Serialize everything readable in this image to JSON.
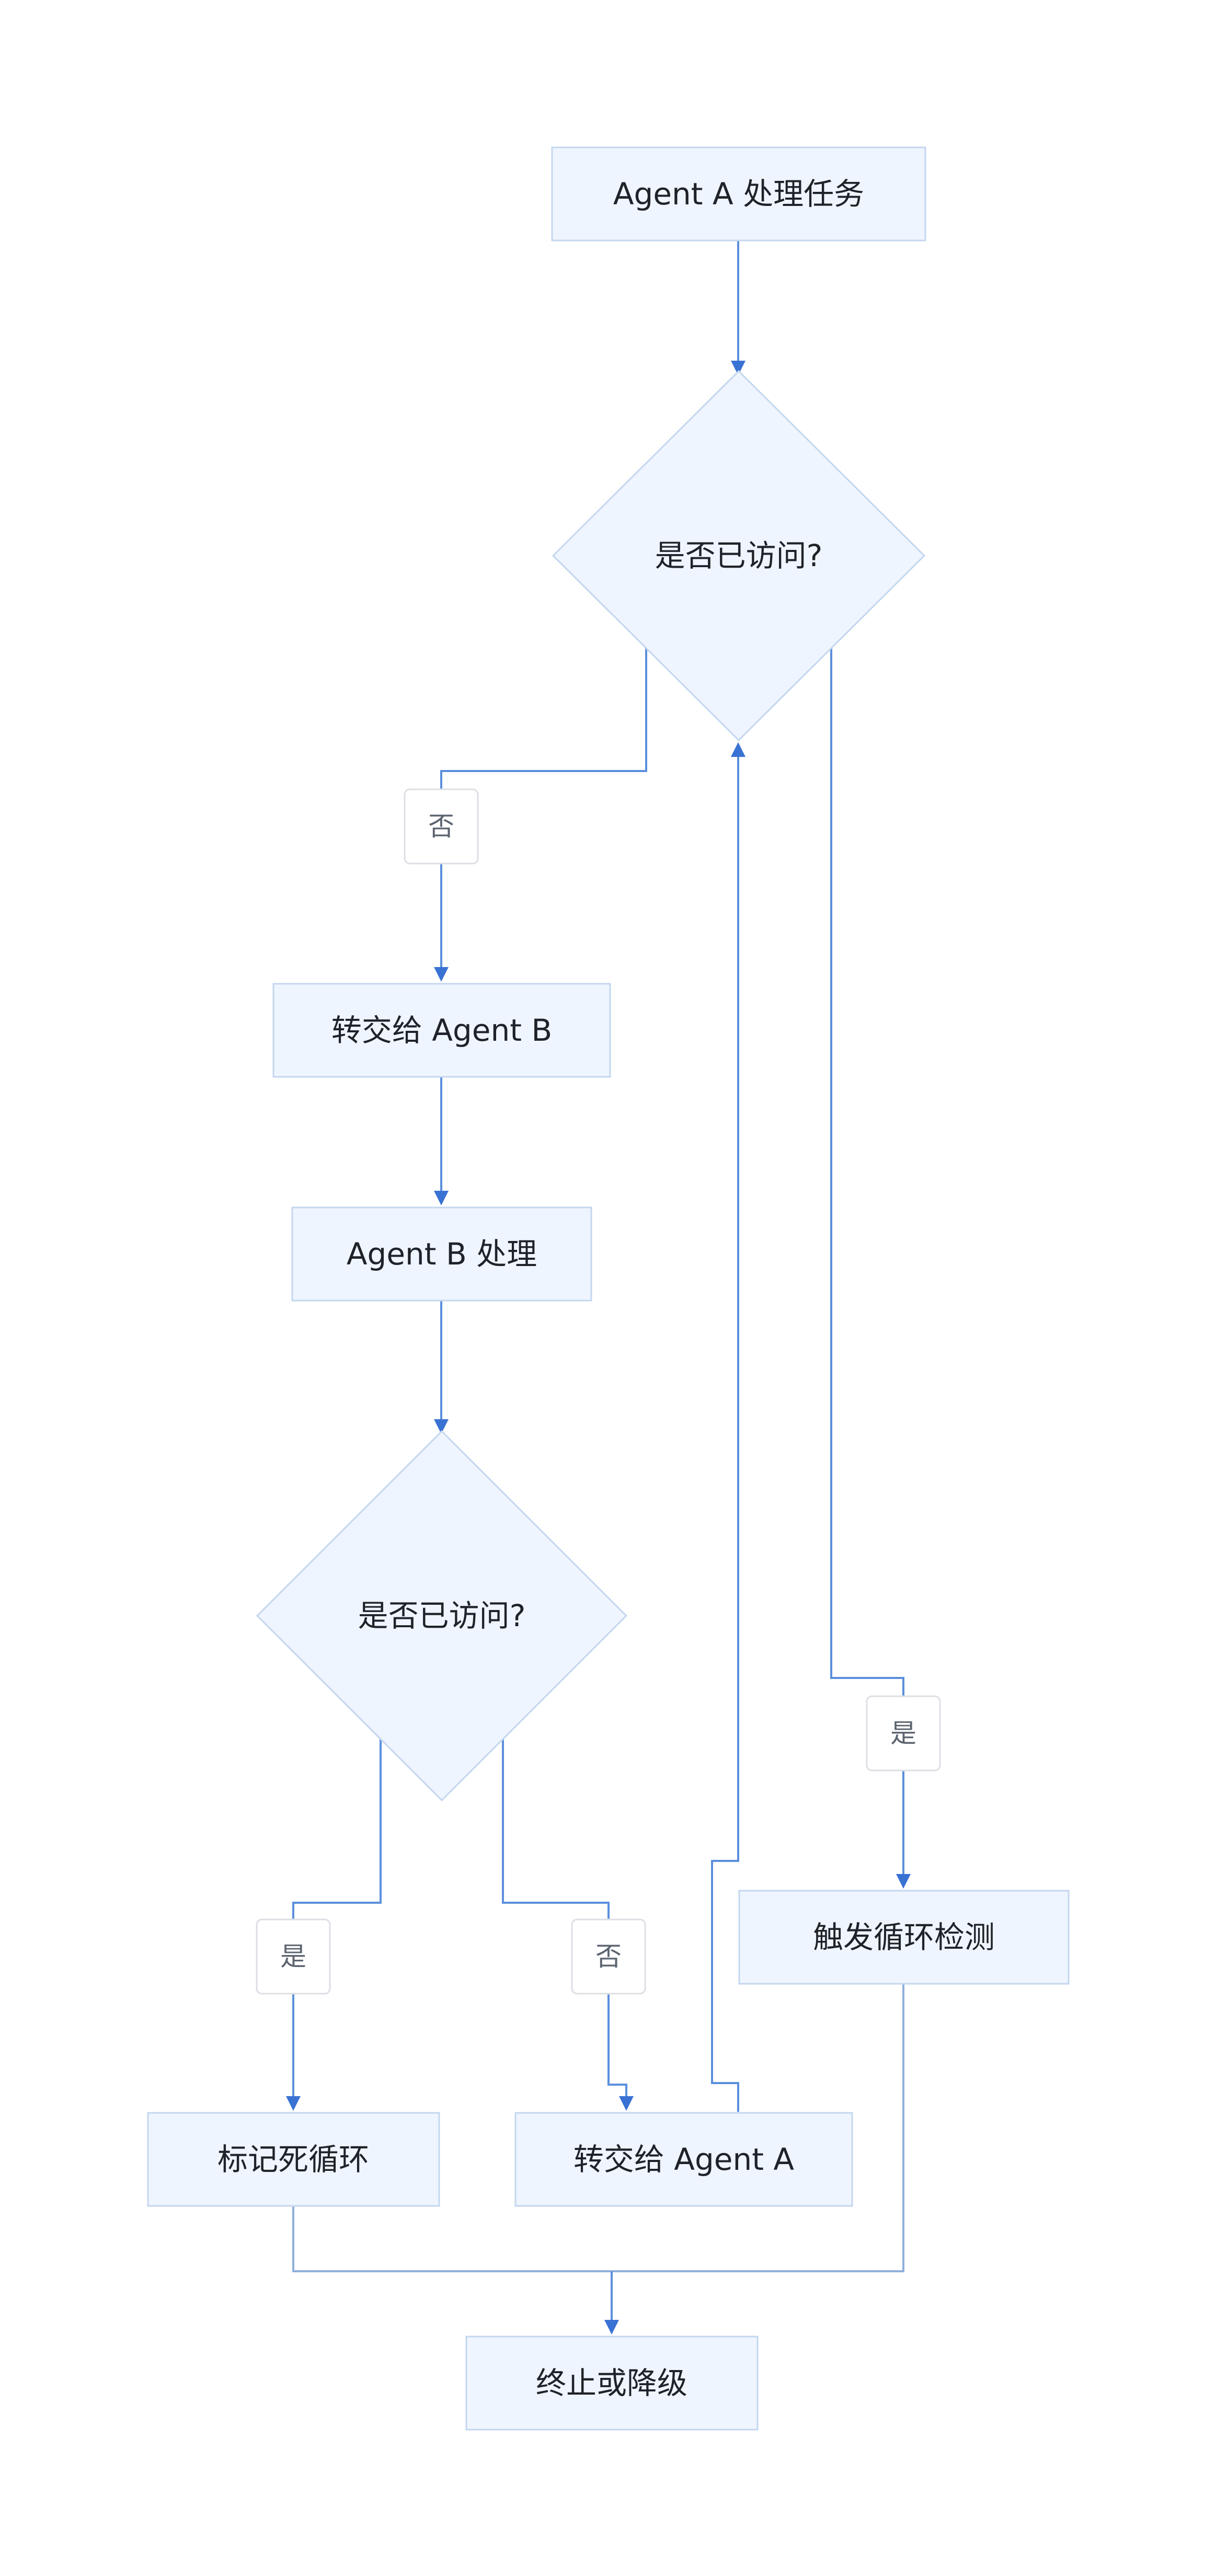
{
  "nodes": {
    "agent_a_process": "Agent A 处理任务",
    "visited_check_1": "是否已访问?",
    "handoff_to_b": "转交给 Agent B",
    "agent_b_process": "Agent B 处理",
    "visited_check_2": "是否已访问?",
    "trigger_loop_detect": "触发循环检测",
    "mark_dead_loop": "标记死循环",
    "handoff_to_a": "转交给 Agent A",
    "terminate_or_degrade": "终止或降级"
  },
  "edge_labels": {
    "check1_no": "否",
    "check1_yes": "是",
    "check2_yes": "是",
    "check2_no": "否"
  },
  "colors": {
    "node_fill": "#eff5fe",
    "node_stroke": "#c4d7ef",
    "edge": "#5b8fdc",
    "arrow": "#3a72d4"
  }
}
